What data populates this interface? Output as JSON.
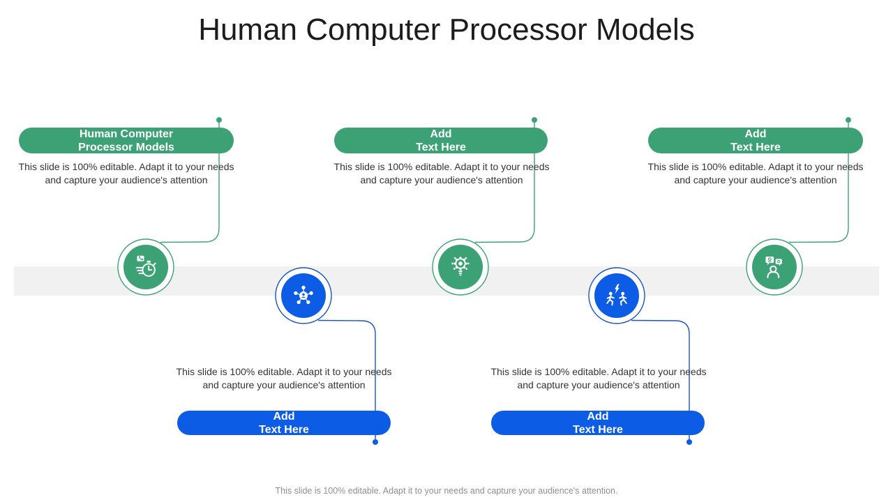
{
  "slide": {
    "title": "Human Computer Processor Models",
    "footer": "This slide is 100% editable. Adapt it to your needs and capture your audience's attention."
  },
  "colors": {
    "green": "#3CA275",
    "blue": "#0D5CE6",
    "green_line": "#3CA275",
    "blue_line": "#1A53C2",
    "band": "#F1F1F1",
    "title_text": "#1C1C1C",
    "body_text": "#333333",
    "footer_text": "#8F8F8F"
  },
  "items": [
    {
      "row": "top",
      "color": "green",
      "label": "Human Computer\nProcessor Models",
      "description": "This slide is 100% editable. Adapt it to your needs and capture your audience's attention",
      "icon": "stopwatch-speed-icon"
    },
    {
      "row": "top",
      "color": "green",
      "label": "Add\nText Here",
      "description": "This slide is 100% editable. Adapt it to your needs and capture your audience's attention",
      "icon": "bulb-gear-icon"
    },
    {
      "row": "top",
      "color": "green",
      "label": "Add\nText Here",
      "description": "This slide is 100% editable. Adapt it to your needs and capture your audience's attention",
      "icon": "person-chat-icon"
    },
    {
      "row": "bottom",
      "color": "blue",
      "label": "Add\nText Here",
      "description": "This slide is 100% editable. Adapt it to your needs and capture your audience's attention",
      "icon": "team-network-icon"
    },
    {
      "row": "bottom",
      "color": "blue",
      "label": "Add\nText Here",
      "description": "This slide is 100% editable. Adapt it to your needs and capture your audience's attention",
      "icon": "runners-energy-icon"
    }
  ]
}
